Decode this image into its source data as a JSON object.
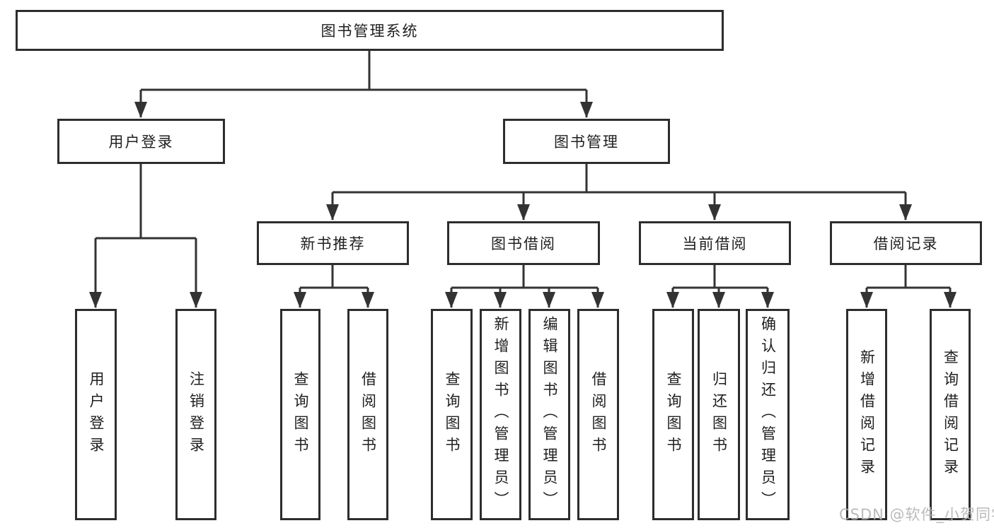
{
  "diagram_title": "图书管理系统",
  "colors": {
    "background": "#ffffff",
    "line": "#333333",
    "box_border": "#2d2d2d",
    "text": "#1f1f1f",
    "watermark": "#b2b2b2"
  },
  "nodes": {
    "root": {
      "label": "图书管理系统"
    },
    "level2": {
      "user_login": {
        "label": "用户登录"
      },
      "book_management": {
        "label": "图书管理"
      }
    },
    "level3": {
      "new_book_recommend": {
        "label": "新书推荐"
      },
      "book_borrow": {
        "label": "图书借阅"
      },
      "current_borrow": {
        "label": "当前借阅"
      },
      "borrow_records": {
        "label": "借阅记录"
      }
    },
    "leaves": {
      "ul_login": "用户登录",
      "ul_logout": "注销登录",
      "nb_query": "查询图书",
      "nb_borrow": "借阅图书",
      "bb_query": "查询图书",
      "bb_add": "新增图书（管理员）",
      "bb_edit": "编辑图书（管理员）",
      "bb_borrow": "借阅图书",
      "cb_query": "查询图书",
      "cb_return": "归还图书",
      "cb_confirm": "确认归还（管理员）",
      "br_add": "新增借阅记录",
      "br_query": "查询借阅记录"
    }
  },
  "hierarchy": {
    "图书管理系统": [
      "用户登录",
      "图书管理"
    ],
    "用户登录": [
      "用户登录",
      "注销登录"
    ],
    "图书管理": [
      "新书推荐",
      "图书借阅",
      "当前借阅",
      "借阅记录"
    ],
    "新书推荐": [
      "查询图书",
      "借阅图书"
    ],
    "图书借阅": [
      "查询图书",
      "新增图书（管理员）",
      "编辑图书（管理员）",
      "借阅图书"
    ],
    "当前借阅": [
      "查询图书",
      "归还图书",
      "确认归还（管理员）"
    ],
    "借阅记录": [
      "新增借阅记录",
      "查询借阅记录"
    ]
  },
  "watermark": {
    "text": "CSDN @软件_小贺同学"
  }
}
